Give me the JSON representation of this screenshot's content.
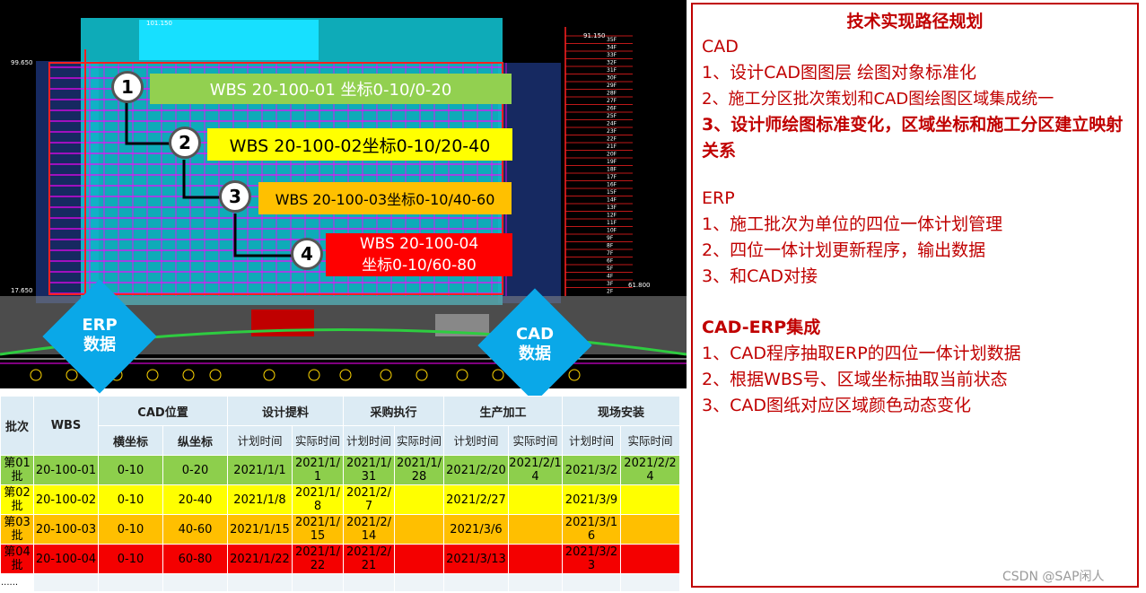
{
  "cad_drawing": {
    "elevation_labels": [
      "101.150",
      "99.650",
      "91.150",
      "17.650",
      "61.800"
    ],
    "floor_marks": [
      "35F",
      "34F",
      "33F",
      "32F",
      "31F",
      "30F",
      "29F",
      "28F",
      "27F",
      "26F",
      "25F",
      "24F",
      "23F",
      "22F",
      "21F",
      "20F",
      "19F",
      "18F",
      "17F",
      "16F",
      "15F",
      "14F",
      "13F",
      "12F",
      "11F",
      "10F",
      "9F",
      "8F",
      "7F",
      "6F",
      "5F",
      "4F",
      "3F",
      "2F"
    ]
  },
  "wbs_items": [
    {
      "step": "1",
      "text": "WBS 20-100-01 坐标0-10/0-20",
      "color": "#92d050"
    },
    {
      "step": "2",
      "text": "WBS 20-100-02坐标0-10/20-40",
      "color": "#ffff00"
    },
    {
      "step": "3",
      "text": "WBS 20-100-03坐标0-10/40-60",
      "color": "#ffc000"
    },
    {
      "step": "4",
      "text_line1": "WBS 20-100-04",
      "text_line2": "坐标0-10/60-80",
      "color": "#ff0000"
    }
  ],
  "diamonds": {
    "erp": {
      "line1": "ERP",
      "line2": "数据"
    },
    "cad": {
      "line1": "CAD",
      "line2": "数据"
    }
  },
  "panel": {
    "title": "技术实现路径规划",
    "sections": [
      {
        "heading": "CAD",
        "items": [
          "1、设计CAD图图层 绘图对象标准化",
          "2、施工分区批次策划和CAD图绘图区域集成统一",
          "3、设计师绘图标准变化，区域坐标和施工分区建立映射关系"
        ]
      },
      {
        "heading": "ERP",
        "items": [
          "1、施工批次为单位的四位一体计划管理",
          "2、四位一体计划更新程序，输出数据",
          "3、和CAD对接"
        ]
      },
      {
        "heading": "CAD-ERP集成",
        "items": [
          "1、CAD程序抽取ERP的四位一体计划数据",
          "2、根据WBS号、区域坐标抽取当前状态",
          "3、CAD图纸对应区域颜色动态变化"
        ]
      }
    ]
  },
  "table": {
    "h_batch": "批次",
    "h_wbs": "WBS",
    "h_cad": "CAD位置",
    "h_design": "设计提料",
    "h_purchase": "采购执行",
    "h_production": "生产加工",
    "h_install": "现场安装",
    "h_x": "横坐标",
    "h_y": "纵坐标",
    "h_plan": "计划时间",
    "h_actual": "实际时间",
    "rows": [
      {
        "batch": "第01批",
        "wbs": "20-100-01",
        "x": "0-10",
        "y": "0-20",
        "d_plan": "2021/1/1",
        "d_act": "2021/1/1",
        "p_plan": "2021/1/31",
        "p_act": "2021/1/28",
        "m_plan": "2021/2/20",
        "m_act": "2021/2/14",
        "i_plan": "2021/3/2",
        "i_act": "2021/2/24"
      },
      {
        "batch": "第02批",
        "wbs": "20-100-02",
        "x": "0-10",
        "y": "20-40",
        "d_plan": "2021/1/8",
        "d_act": "2021/1/8",
        "p_plan": "2021/2/7",
        "p_act": "",
        "m_plan": "2021/2/27",
        "m_act": "",
        "i_plan": "2021/3/9",
        "i_act": ""
      },
      {
        "batch": "第03批",
        "wbs": "20-100-03",
        "x": "0-10",
        "y": "40-60",
        "d_plan": "2021/1/15",
        "d_act": "2021/1/15",
        "p_plan": "2021/2/14",
        "p_act": "",
        "m_plan": "2021/3/6",
        "m_act": "",
        "i_plan": "2021/3/16",
        "i_act": ""
      },
      {
        "batch": "第04批",
        "wbs": "20-100-04",
        "x": "0-10",
        "y": "60-80",
        "d_plan": "2021/1/22",
        "d_act": "2021/1/22",
        "p_plan": "2021/2/21",
        "p_act": "",
        "m_plan": "2021/3/13",
        "m_act": "",
        "i_plan": "2021/3/23",
        "i_act": ""
      }
    ],
    "ellipsis": "......"
  },
  "watermark": "CSDN @SAP闲人"
}
